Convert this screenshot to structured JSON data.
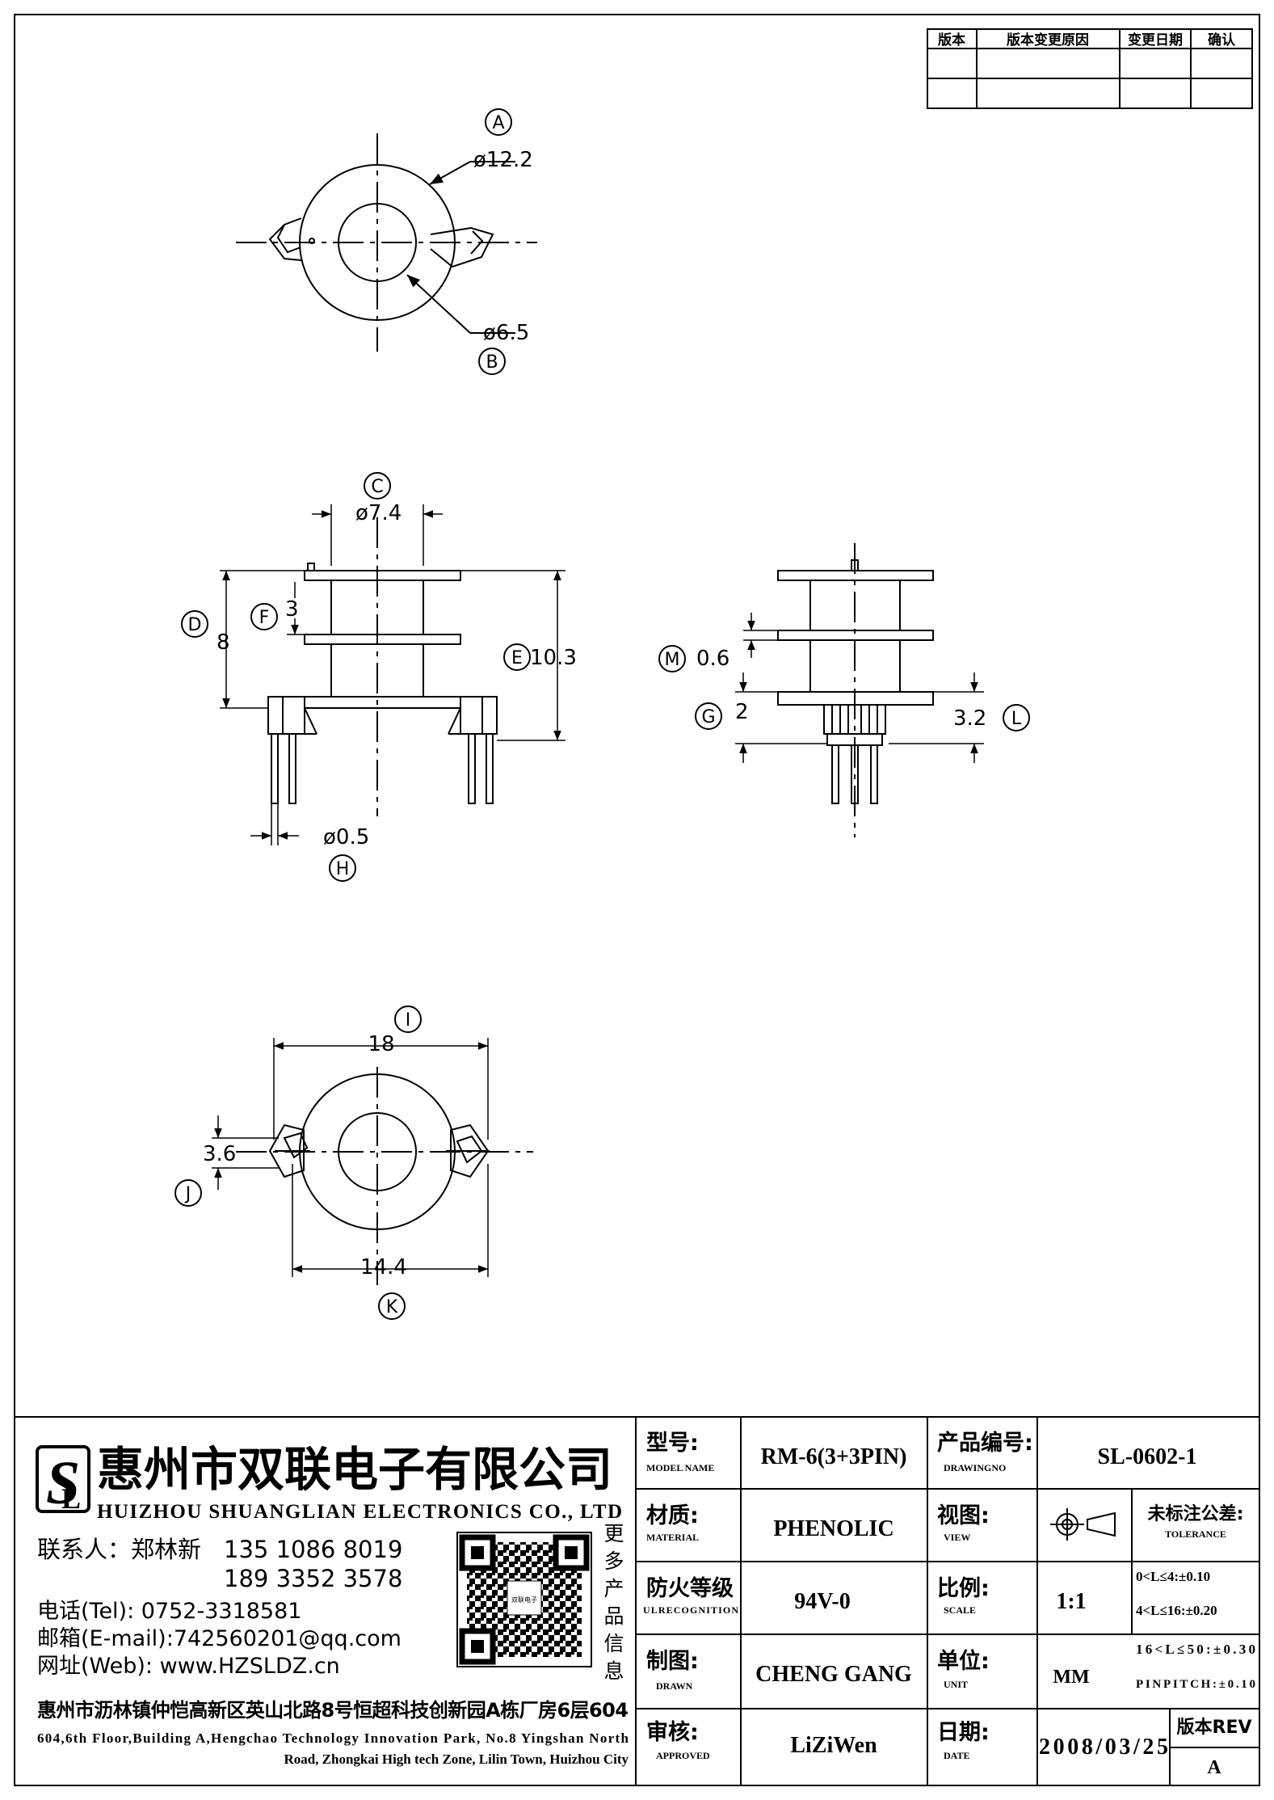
{
  "revision_table": {
    "headers": [
      "版本",
      "版本变更原因",
      "变更日期",
      "确认"
    ]
  },
  "labels": {
    "A": "A",
    "B": "B",
    "C": "C",
    "D": "D",
    "E": "E",
    "F": "F",
    "G": "G",
    "H": "H",
    "I": "I",
    "J": "J",
    "K": "K",
    "L": "L",
    "M": "M"
  },
  "dimensions": {
    "A": "ø12.2",
    "B": "ø6.5",
    "C": "ø7.4",
    "D": "8",
    "E": "10.3",
    "F": "3",
    "G": "2",
    "H": "ø0.5",
    "I": "18",
    "J": "3.6",
    "K": "14.4",
    "L": "3.2",
    "M": "0.6"
  },
  "company": {
    "name_cn": "惠州市双联电子有限公司",
    "name_en": "HUIZHOU SHUANGLIAN ELECTRONICS CO., LTD",
    "contact_label": "联系人：郑林新",
    "phone1": "135 1086 8019",
    "phone2": "189 3352 3578",
    "tel": "电话(Tel): 0752-3318581",
    "email": "邮箱(E-mail):742560201@qq.com",
    "web": "网址(Web): www.HZSLDZ.cn",
    "more_products": [
      "更",
      "多",
      "产",
      "品",
      "信",
      "息"
    ],
    "qr_caption": "双联电子",
    "address_cn": "惠州市沥林镇仲恺高新区英山北路8号恒超科技创新园A栋厂房6层604",
    "address_en_1": "604,6th Floor,Building A,Hengchao Technology Innovation Park, No.8 Yingshan North",
    "address_en_2": "Road, Zhongkai High tech Zone, Lilin Town, Huizhou City"
  },
  "title_block": {
    "model_label": "型号:",
    "model_label_en": "MODEL NAME",
    "model_value": "RM-6(3+3PIN)",
    "drawingno_label": "产品编号:",
    "drawingno_label_en": "DRAWINGNO",
    "drawingno_value": "SL-0602-1",
    "material_label": "材质:",
    "material_label_en": "MATERIAL",
    "material_value": "PHENOLIC",
    "view_label": "视图:",
    "view_label_en": "VIEW",
    "tolerance_label": "未标注公差:",
    "tolerance_label_en": "TOLERANCE",
    "tolerance_1": "0<L≤4:±0.10",
    "tolerance_2": "4<L≤16:±0.20",
    "tolerance_3": "16<L≤50:±0.30",
    "tolerance_4": "PINPITCH:±0.10",
    "fire_label": "防火等级",
    "fire_label_en": "ULRECOGNITION",
    "fire_value": "94V-0",
    "scale_label": "比例:",
    "scale_label_en": "SCALE",
    "scale_value": "1:1",
    "drawn_label": "制图:",
    "drawn_label_en": "DRAWN",
    "drawn_value": "CHENG GANG",
    "unit_label": "单位:",
    "unit_label_en": "UNIT",
    "unit_value": "MM",
    "approved_label": "审核:",
    "approved_label_en": "APPROVED",
    "approved_value": "LiZiWen",
    "date_label": "日期:",
    "date_label_en": "DATE",
    "date_value": "2008/03/25",
    "rev_label": "版本REV",
    "rev_value": "A"
  }
}
